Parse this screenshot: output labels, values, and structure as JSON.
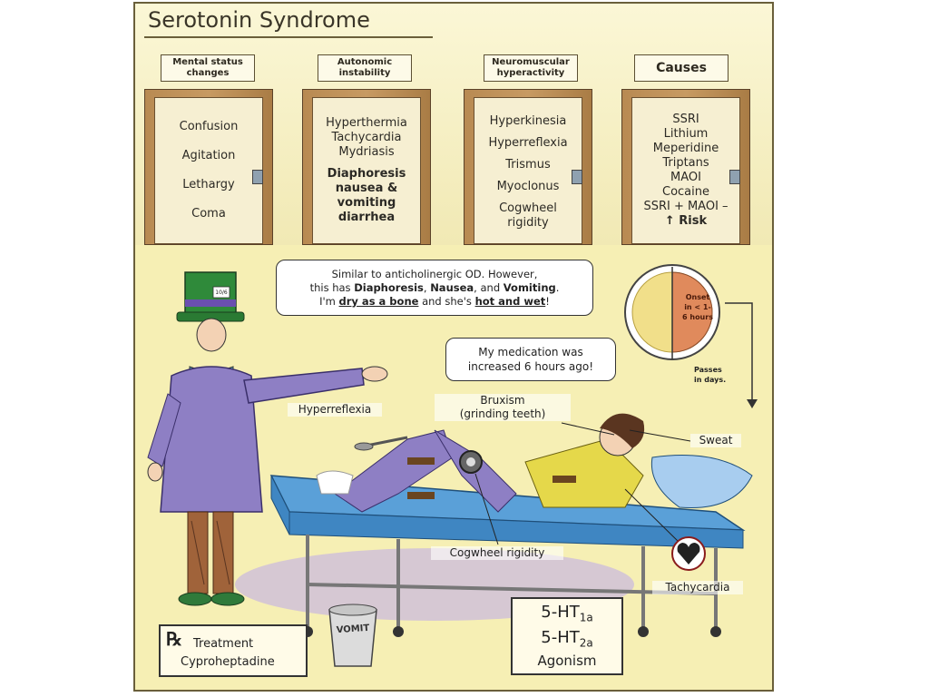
{
  "title": "Serotonin Syndrome",
  "categories": [
    {
      "label_lines": [
        "Mental status",
        "changes"
      ],
      "items": [
        {
          "text": "Confusion",
          "bold": false
        },
        {
          "text": "Agitation",
          "bold": false
        },
        {
          "text": "Lethargy",
          "bold": false
        },
        {
          "text": "Coma",
          "bold": false
        }
      ]
    },
    {
      "label_lines": [
        "Autonomic",
        "instability"
      ],
      "items": [
        {
          "text": "Hyperthermia",
          "bold": false
        },
        {
          "text": "Tachycardia",
          "bold": false
        },
        {
          "text": "Mydriasis",
          "bold": false
        },
        {
          "text": "Diaphoresis",
          "bold": true
        },
        {
          "text": "nausea &",
          "bold": true
        },
        {
          "text": "vomiting",
          "bold": true
        },
        {
          "text": "diarrhea",
          "bold": true
        }
      ]
    },
    {
      "label_lines": [
        "Neuromuscular",
        "hyperactivity"
      ],
      "items": [
        {
          "text": "Hyperkinesia",
          "bold": false
        },
        {
          "text": "Hyperreflexia",
          "bold": false
        },
        {
          "text": "Trismus",
          "bold": false
        },
        {
          "text": "Myoclonus",
          "bold": false
        },
        {
          "text": "Cogwheel",
          "bold": false
        },
        {
          "text": "rigidity",
          "bold": false
        }
      ]
    },
    {
      "label_lines": [
        "Causes"
      ],
      "items": [
        {
          "text": "SSRI",
          "bold": false
        },
        {
          "text": "Lithium",
          "bold": false
        },
        {
          "text": "Meperidine",
          "bold": false
        },
        {
          "text": "Triptans",
          "bold": false
        },
        {
          "text": "MAOI",
          "bold": false
        },
        {
          "text": "Cocaine",
          "bold": false
        },
        {
          "text": "SSRI + MAOI –",
          "bold": false
        },
        {
          "text": "↑ Risk",
          "bold": false
        }
      ]
    }
  ],
  "doctor_bubble": {
    "line1": "Similar to anticholinergic OD.  However,",
    "line2_a": "this has ",
    "line2_b1": "Diaphoresis",
    "line2_c": ", ",
    "line2_b2": "Nausea",
    "line2_d": ", and ",
    "line2_b3": "Vomiting",
    "line2_e": ".",
    "line3_a": "I'm ",
    "line3_u1": "dry as a bone",
    "line3_b": " and she's ",
    "line3_u2": "hot and wet",
    "line3_c": "!"
  },
  "patient_bubble": {
    "line1": "My medication was",
    "line2": "increased 6 hours ago!"
  },
  "clock": {
    "onset_lines": [
      "Onset",
      "in < 1-",
      "6 hours"
    ],
    "passes_lines": [
      "Passes",
      "in days."
    ]
  },
  "labels": {
    "hyperreflexia": "Hyperreflexia",
    "bruxism_line1": "Bruxism",
    "bruxism_line2": "(grinding teeth)",
    "sweat": "Sweat",
    "cogwheel": "Cogwheel rigidity",
    "tachycardia": "Tachycardia",
    "vomit": "VOMIT",
    "hat_card": "10/6"
  },
  "treatment": {
    "rx": "℞",
    "line1": "Treatment",
    "line2": "Cyproheptadine"
  },
  "mechanism": {
    "ht": "5-HT",
    "sub1": "1a",
    "sub2": "2a",
    "line3": "Agonism"
  },
  "colors": {
    "door_wood": "#b88a52",
    "lab_coat": "#8e7fc4",
    "hat": "#2f8a3a",
    "gurney_pad": "#5aa0d8",
    "patient_shirt": "#e5d84a",
    "clock_onset": "#e08a5c"
  }
}
